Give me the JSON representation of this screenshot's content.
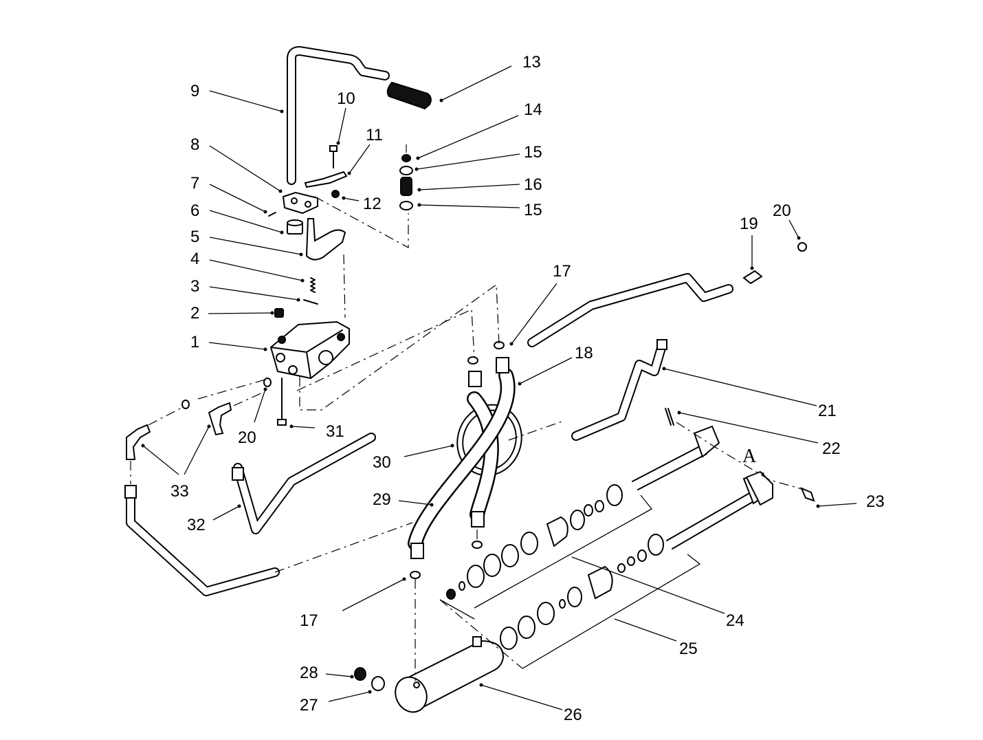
{
  "diagram": {
    "callouts": [
      {
        "id": "c1",
        "label": "1"
      },
      {
        "id": "c2",
        "label": "2"
      },
      {
        "id": "c3",
        "label": "3"
      },
      {
        "id": "c4",
        "label": "4"
      },
      {
        "id": "c5",
        "label": "5"
      },
      {
        "id": "c6",
        "label": "6"
      },
      {
        "id": "c7",
        "label": "7"
      },
      {
        "id": "c8",
        "label": "8"
      },
      {
        "id": "c9",
        "label": "9"
      },
      {
        "id": "c10",
        "label": "10"
      },
      {
        "id": "c11",
        "label": "11"
      },
      {
        "id": "c12",
        "label": "12"
      },
      {
        "id": "c13",
        "label": "13"
      },
      {
        "id": "c14",
        "label": "14"
      },
      {
        "id": "c15a",
        "label": "15"
      },
      {
        "id": "c16",
        "label": "16"
      },
      {
        "id": "c15b",
        "label": "15"
      },
      {
        "id": "c17a",
        "label": "17"
      },
      {
        "id": "c18",
        "label": "18"
      },
      {
        "id": "c19",
        "label": "19"
      },
      {
        "id": "c20a",
        "label": "20"
      },
      {
        "id": "c21",
        "label": "21"
      },
      {
        "id": "c22",
        "label": "22"
      },
      {
        "id": "c23",
        "label": "23"
      },
      {
        "id": "c24",
        "label": "24"
      },
      {
        "id": "c25",
        "label": "25"
      },
      {
        "id": "c26",
        "label": "26"
      },
      {
        "id": "c27",
        "label": "27"
      },
      {
        "id": "c28",
        "label": "28"
      },
      {
        "id": "c29",
        "label": "29"
      },
      {
        "id": "c30",
        "label": "30"
      },
      {
        "id": "c31",
        "label": "31"
      },
      {
        "id": "c32",
        "label": "32"
      },
      {
        "id": "c33",
        "label": "33"
      },
      {
        "id": "c20b",
        "label": "20"
      },
      {
        "id": "c17b",
        "label": "17"
      }
    ],
    "detail_mark": "A"
  }
}
